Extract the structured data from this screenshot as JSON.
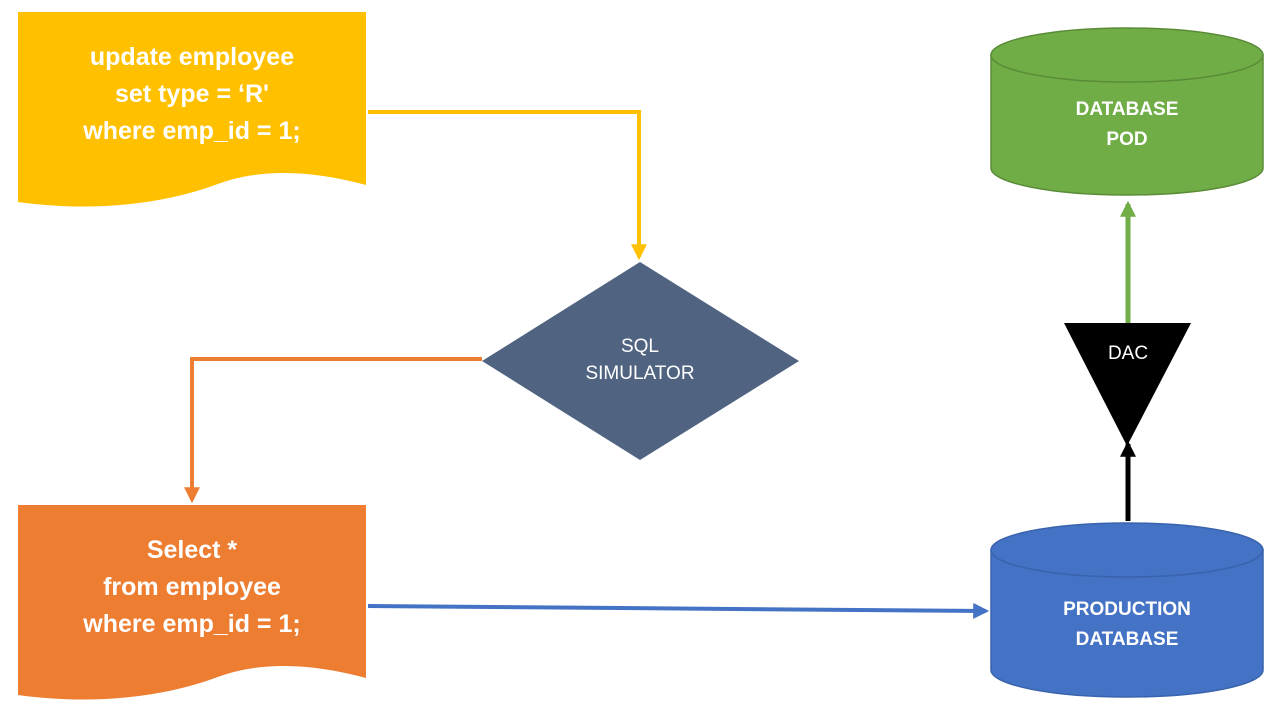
{
  "colors": {
    "update_query": "#FFC000",
    "select_query": "#ED7D31",
    "simulator": "#506482",
    "pod": "#70AD47",
    "production": "#4472C4",
    "dac": "#000000",
    "text": "#FFFFFF"
  },
  "nodes": {
    "update_query": {
      "lines": [
        "update employee",
        "set type = ‘R'",
        "where emp_id = 1;"
      ]
    },
    "simulator": {
      "lines": [
        "SQL",
        "SIMULATOR"
      ]
    },
    "select_query": {
      "lines": [
        "Select *",
        "from employee",
        "where emp_id = 1;"
      ]
    },
    "database_pod": {
      "lines": [
        "DATABASE",
        "POD"
      ]
    },
    "production_database": {
      "lines": [
        "PRODUCTION",
        "DATABASE"
      ]
    },
    "dac": {
      "label": "DAC"
    }
  }
}
